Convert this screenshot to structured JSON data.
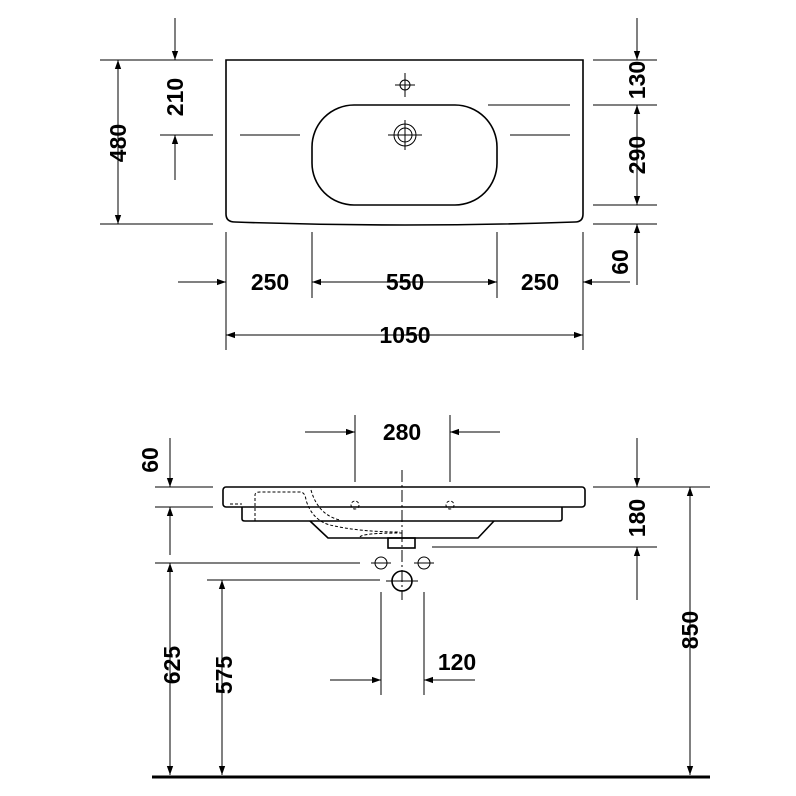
{
  "top_view": {
    "depth_total": "480",
    "tap_offset": "210",
    "tap_to_bowl": "130",
    "bowl_depth": "290",
    "front_lip": "60",
    "left_shelf": "250",
    "bowl_width": "550",
    "right_shelf": "250",
    "total_width": "1050"
  },
  "side_view": {
    "hole_spacing": "280",
    "rim_thickness": "60",
    "basin_height": "180",
    "rim_height": "850",
    "supply_height": "625",
    "drain_height": "575",
    "supply_spacing": "120"
  }
}
